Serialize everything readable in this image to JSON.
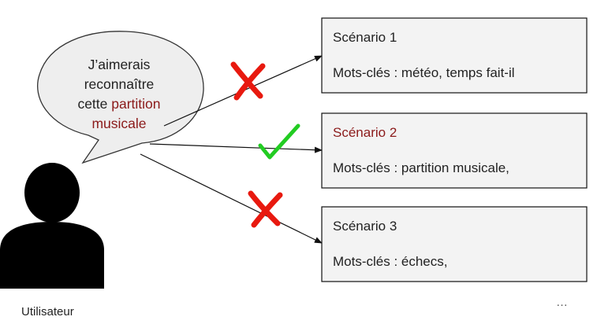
{
  "user": {
    "label": "Utilisateur",
    "speech": {
      "line1": "J’aimerais",
      "line2": "reconnaître",
      "line3_prefix": "cette ",
      "line3_highlight": "partition",
      "line4_highlight": "musicale"
    }
  },
  "scenarios": [
    {
      "title": "Scénario 1",
      "keywords": "Mots-clés : météo, temps fait-il",
      "match": false,
      "highlighted": false
    },
    {
      "title": "Scénario 2",
      "keywords": "Mots-clés : partition musicale,",
      "match": true,
      "highlighted": true
    },
    {
      "title": "Scénario 3",
      "keywords": "Mots-clés : échecs,",
      "match": false,
      "highlighted": false
    }
  ],
  "more": "…",
  "colors": {
    "highlight_text": "#8b1a1a",
    "box_fill": "#f3f3f3",
    "cross": "#e8190f",
    "check": "#22cc22"
  },
  "icons": {
    "user": "person-silhouette-icon",
    "reject": "red-cross-icon",
    "accept": "green-check-icon"
  }
}
